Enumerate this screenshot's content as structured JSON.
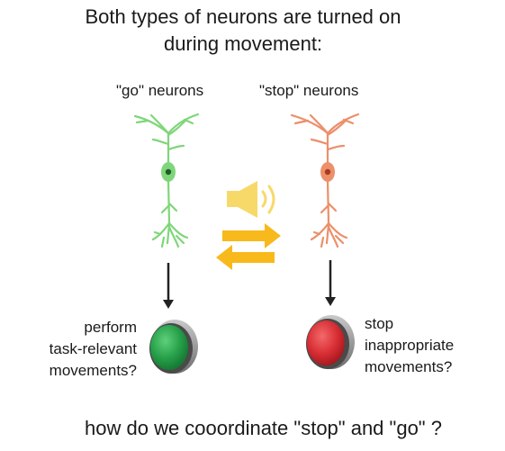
{
  "title_line1": "Both types of neurons are turned on",
  "title_line2": "during movement:",
  "go_label": "\"go\" neurons",
  "stop_label": "\"stop\" neurons",
  "go_description": [
    "perform",
    "task-relevant",
    "movements?"
  ],
  "stop_description": [
    "stop",
    "inappropriate",
    "movements?"
  ],
  "question": "how do we cooordinate \"stop\" and \"go\" ?",
  "colors": {
    "go_neuron": "#7fd67a",
    "stop_neuron": "#ec8f6a",
    "go_button": "#27a04a",
    "stop_button": "#d92f35",
    "arrows": "#f8b91c",
    "speaker": "#f7d96a"
  },
  "icons": [
    "go-neuron",
    "stop-neuron",
    "speaker-icon",
    "bidirectional-arrows-icon",
    "go-button-icon",
    "stop-button-icon"
  ]
}
